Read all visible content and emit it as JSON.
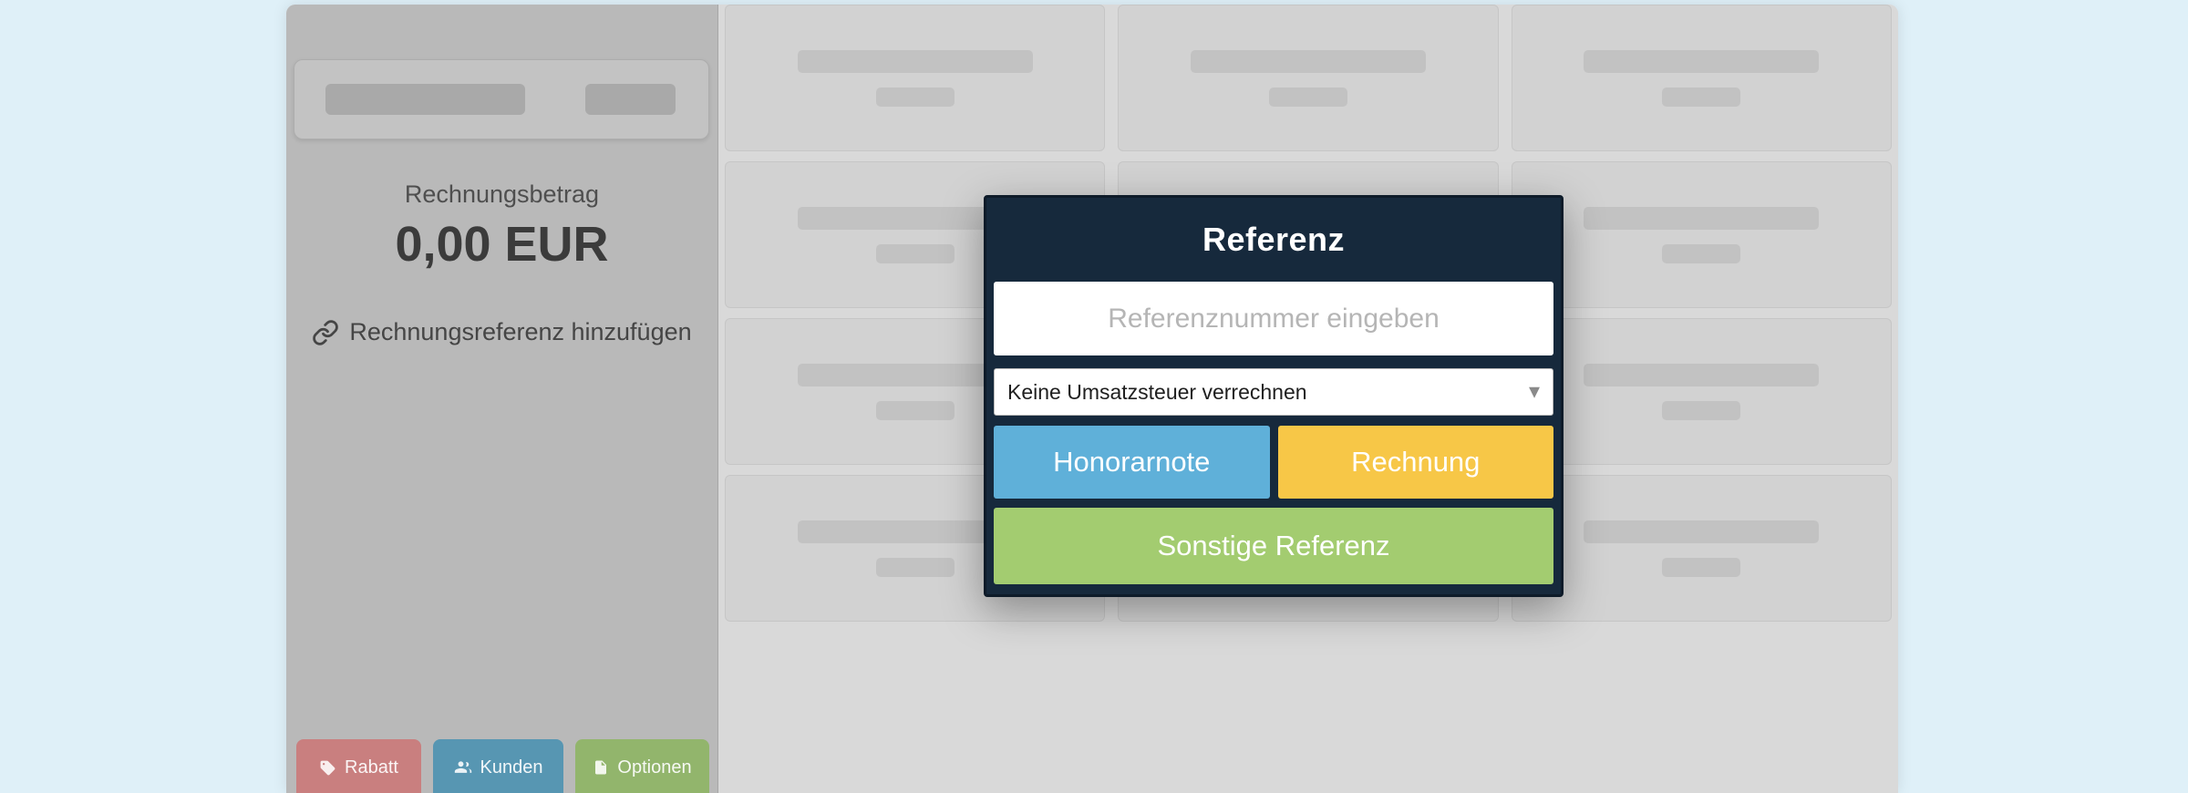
{
  "left_panel": {
    "summary": {
      "label": "Rechnungsbetrag",
      "amount": "0,00 EUR"
    },
    "add_reference_label": "Rechnungsreferenz hinzufügen",
    "footer_buttons": [
      {
        "label": "Rabatt",
        "icon": "tag-icon",
        "color": "#c97f7f"
      },
      {
        "label": "Kunden",
        "icon": "users-icon",
        "color": "#5796b2"
      },
      {
        "label": "Optionen",
        "icon": "file-icon",
        "color": "#92b56c"
      }
    ]
  },
  "modal": {
    "title": "Referenz",
    "input": {
      "placeholder": "Referenznummer eingeben",
      "value": ""
    },
    "tax_select": {
      "selected": "Keine Umsatzsteuer verrechnen"
    },
    "buttons": [
      {
        "label": "Honorarnote",
        "color": "#5fb0d9"
      },
      {
        "label": "Rechnung",
        "color": "#f7c747"
      },
      {
        "label": "Sonstige Referenz",
        "color": "#a3cc70"
      }
    ]
  },
  "colors": {
    "page_background": "#dff0f8",
    "modal_header": "#16293c",
    "left_panel_background": "#b9b9b9",
    "grid_background": "#d9d9d9"
  }
}
